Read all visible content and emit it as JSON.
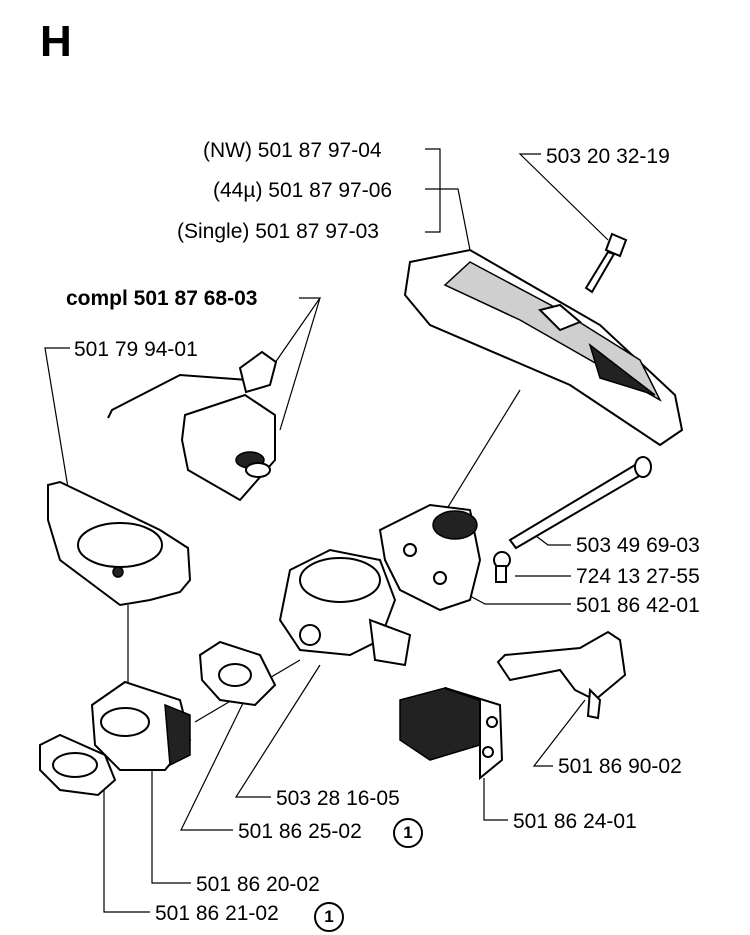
{
  "section_letter": "H",
  "labels": {
    "nw": "(NW) 501 87 97-04",
    "mu": "(44µ) 501 87 97-06",
    "single": "(Single) 501 87 97-03",
    "screw_top": "503 20 32-19",
    "compl": "compl 501 87 68-03",
    "gasket_a": "501 79 94-01",
    "bolt": "503 49 69-03",
    "screw_small": "724 13 27-55",
    "adapter": "501 86 42-01",
    "choke": "501 86 90-02",
    "carb": "503 28 16-05",
    "gasket_b": "501 86 25-02",
    "filter": "501 86 24-01",
    "intake": "501 86 20-02",
    "gasket_c": "501 86 21-02"
  },
  "markers": {
    "one_a": "1",
    "one_b": "1"
  }
}
